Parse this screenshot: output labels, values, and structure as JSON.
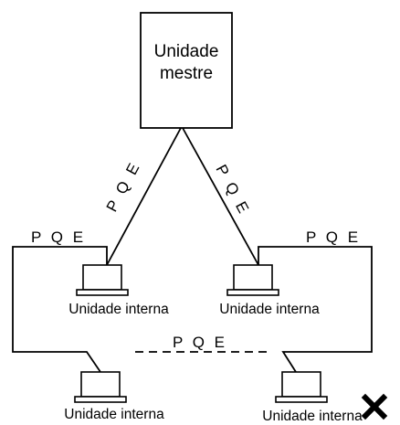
{
  "master_unit": {
    "label_line1": "Unidade",
    "label_line2": "mestre"
  },
  "wiring_label": "P Q E",
  "indoor_units": [
    {
      "label": "Unidade interna"
    },
    {
      "label": "Unidade interna"
    },
    {
      "label": "Unidade interna"
    },
    {
      "label": "Unidade interna"
    }
  ],
  "incorrect_mark_icon": "cross-icon"
}
